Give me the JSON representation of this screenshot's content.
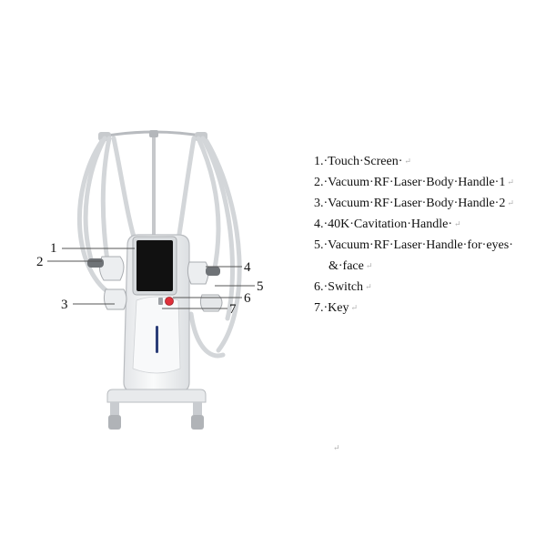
{
  "figure": {
    "callouts": [
      "1",
      "2",
      "3",
      "4",
      "5",
      "6",
      "7"
    ]
  },
  "legend": {
    "items": [
      "1.·Touch·Screen·",
      "2.·Vacuum·RF·Laser·Body·Handle·1",
      "3.·Vacuum·RF·Laser·Body·Handle·2",
      "4.·40K·Cavitation·Handle·",
      "5.·Vacuum·RF·Laser·Handle·for·eyes·",
      "&·face",
      "6.·Switch",
      "7.·Key"
    ],
    "paragraph_mark": "↵"
  },
  "colors": {
    "body": "#f4f5f6",
    "outline": "#b9bcc0",
    "screen": "#111111",
    "accent_line": "#2c3e78",
    "switch": "#e0303a"
  }
}
